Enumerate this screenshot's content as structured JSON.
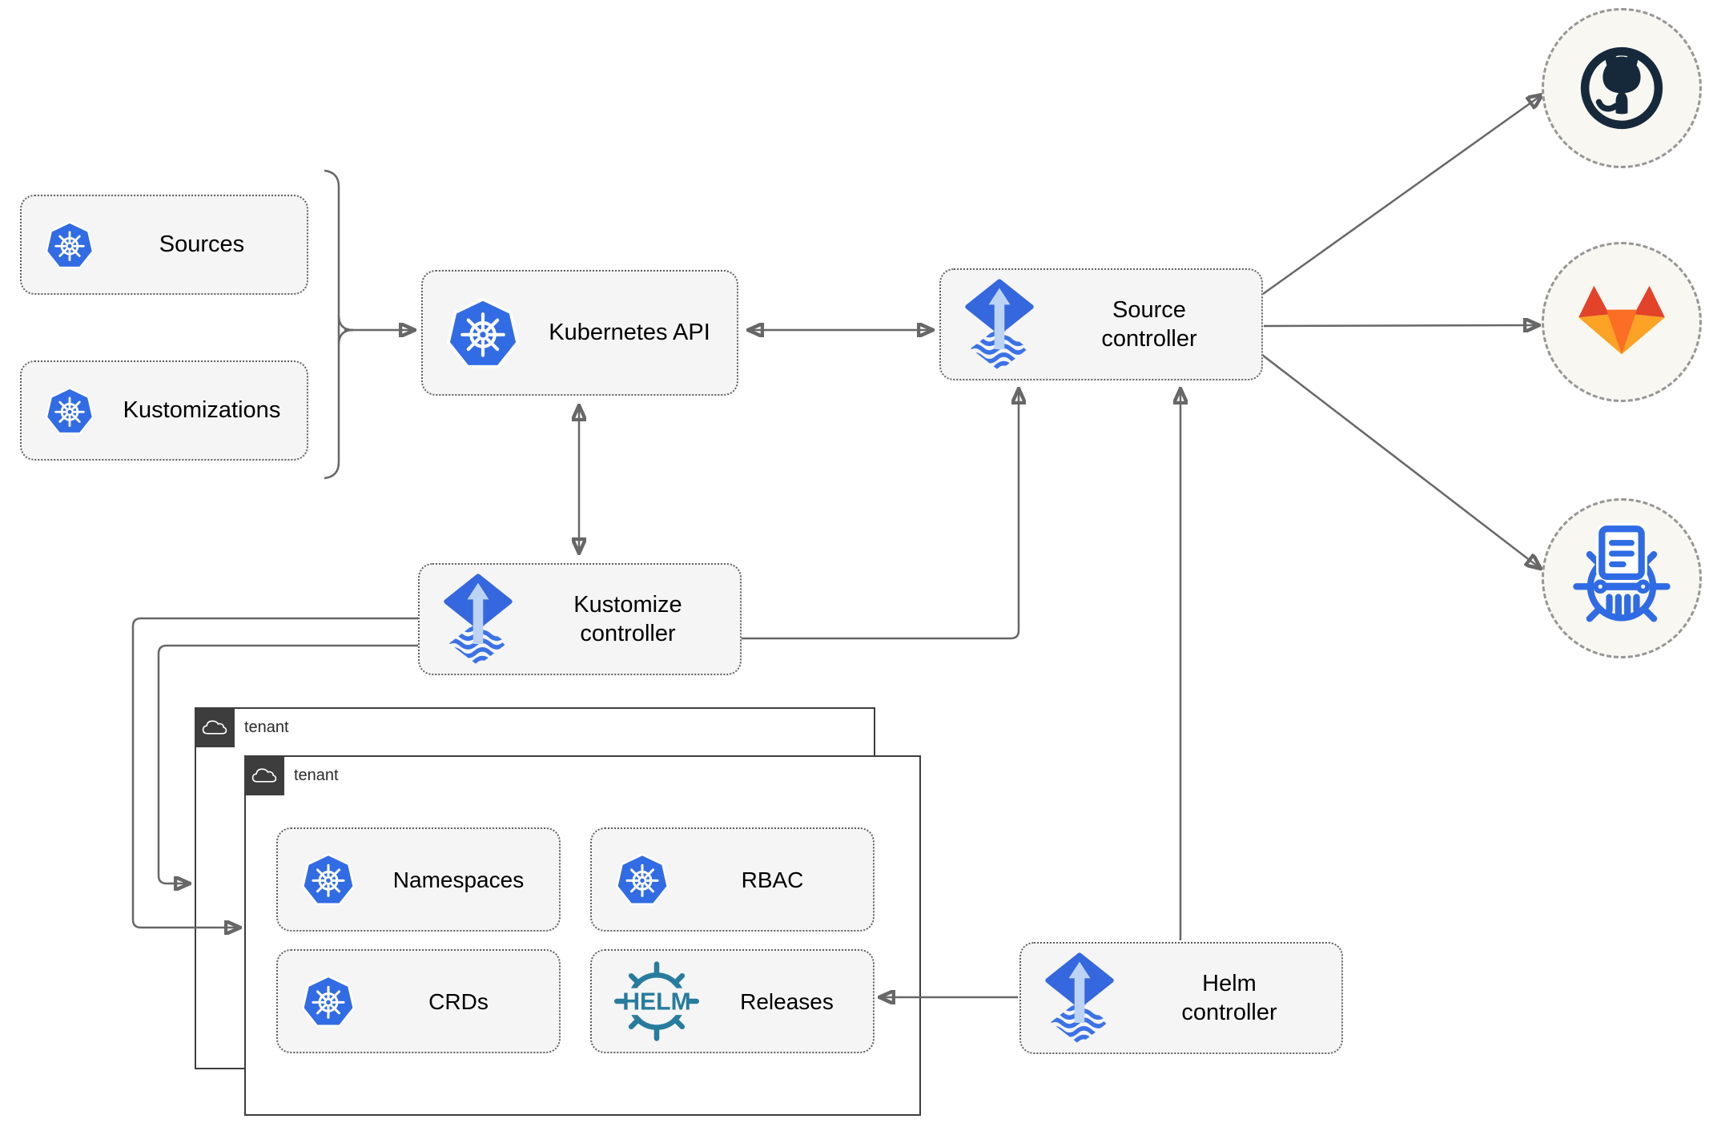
{
  "nodes": {
    "sources": {
      "label": "Sources",
      "icon": "kubernetes-icon"
    },
    "kustomizations": {
      "label": "Kustomizations",
      "icon": "kubernetes-icon"
    },
    "kubernetes_api": {
      "label": "Kubernetes API",
      "icon": "kubernetes-icon"
    },
    "source_controller": {
      "label": "Source controller",
      "icon": "flux-icon"
    },
    "kustomize_controller": {
      "label": "Kustomize controller",
      "icon": "flux-icon"
    },
    "helm_controller": {
      "label": "Helm controller",
      "icon": "flux-icon"
    },
    "tenant_back": {
      "label": "tenant",
      "icon": "cloud-icon"
    },
    "tenant_front": {
      "label": "tenant",
      "icon": "cloud-icon"
    },
    "namespaces": {
      "label": "Namespaces",
      "icon": "kubernetes-icon"
    },
    "rbac": {
      "label": "RBAC",
      "icon": "kubernetes-icon"
    },
    "crds": {
      "label": "CRDs",
      "icon": "kubernetes-icon"
    },
    "releases": {
      "label": "Releases",
      "icon": "helm-logo",
      "logo_text": "HELM"
    },
    "github": {
      "icon": "github-icon"
    },
    "gitlab": {
      "icon": "gitlab-icon"
    },
    "chart_repository": {
      "icon": "chart-repository-icon"
    }
  },
  "edges": [
    {
      "from": "sources_kustomizations_bracket",
      "to": "kubernetes_api",
      "arrows": "end"
    },
    {
      "from": "kubernetes_api",
      "to": "source_controller",
      "arrows": "both"
    },
    {
      "from": "kubernetes_api",
      "to": "kustomize_controller",
      "arrows": "both"
    },
    {
      "from": "kustomize_controller",
      "to": "source_controller",
      "arrows": "end"
    },
    {
      "from": "helm_controller",
      "to": "source_controller",
      "arrows": "end"
    },
    {
      "from": "helm_controller",
      "to": "releases",
      "arrows": "end"
    },
    {
      "from": "kustomize_controller",
      "to": "tenant_front",
      "arrows": "end"
    },
    {
      "from": "kustomize_controller",
      "to": "tenant_back",
      "arrows": "end"
    },
    {
      "from": "source_controller",
      "to": "github",
      "arrows": "end"
    },
    {
      "from": "source_controller",
      "to": "gitlab",
      "arrows": "end"
    },
    {
      "from": "source_controller",
      "to": "chart_repository",
      "arrows": "end"
    }
  ],
  "colors": {
    "kubernetes_blue": "#326ce5",
    "flux_blue": "#3567de",
    "flux_light_blue": "#bcd3f6",
    "helm_teal": "#277c9e",
    "github_dark": "#16293b",
    "gitlab_red": "#e24329",
    "gitlab_orange": "#fc6d26",
    "gitlab_yellow": "#fca326",
    "chart_repository_blue": "#2f6be4",
    "line_gray": "#676767",
    "node_fill": "#f5f5f5",
    "tenant_dark": "#3d3d3d",
    "circle_fill": "#f8f7f1"
  }
}
